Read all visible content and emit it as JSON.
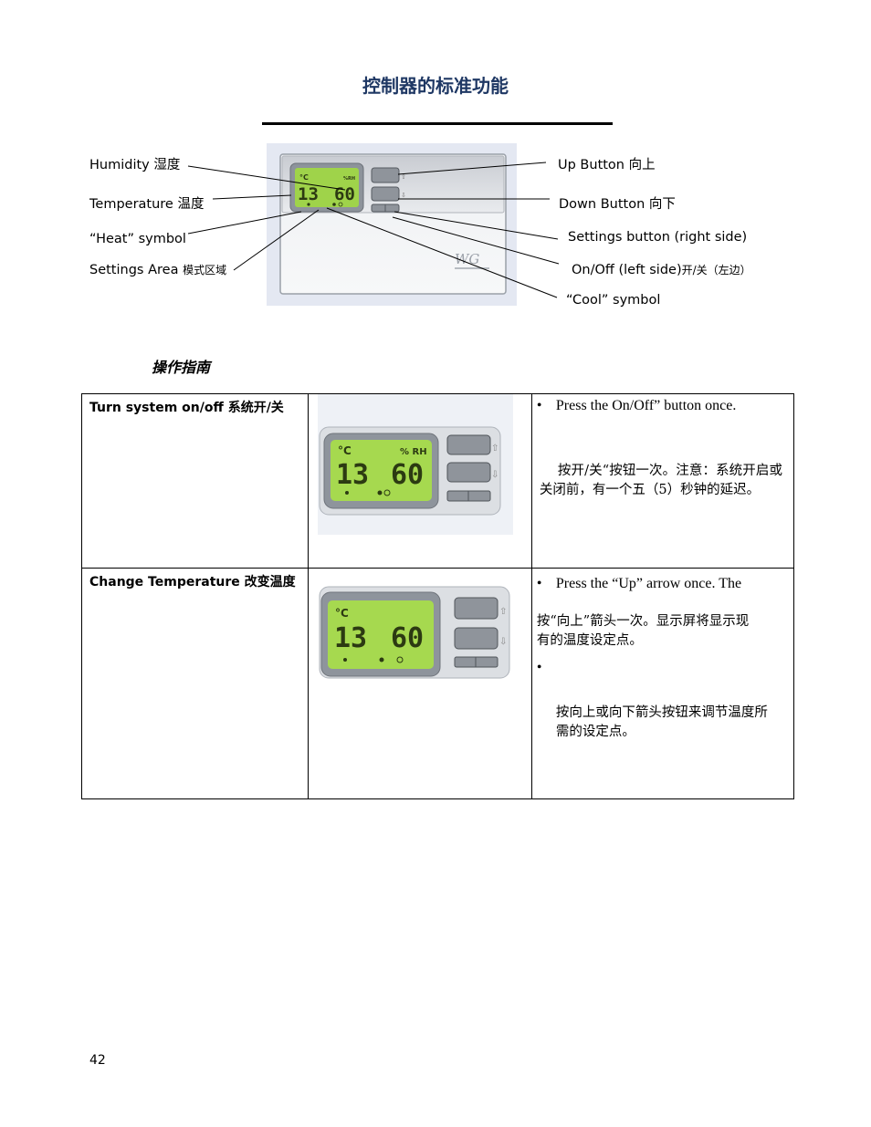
{
  "page": {
    "title": "控制器的标准功能",
    "page_number": "42"
  },
  "diagram": {
    "labels_left": {
      "humidity": "Humidity 湿度",
      "temperature": "Temperature 温度",
      "heat": "“Heat” symbol",
      "settings_area_en": "Settings Area ",
      "settings_area_cn": "模式区域"
    },
    "labels_right": {
      "up": "Up Button 向上",
      "down": "Down Button 向下",
      "settings_button": "Settings button (right side)",
      "onoff_en": "On/Off (left side)",
      "onoff_cn": "开/关（左边）",
      "cool": "“Cool” symbol"
    },
    "lcd": {
      "unit_c": "°C",
      "unit_rh": "%RH",
      "temp": "13",
      "humidity": "60"
    },
    "logo": "WG"
  },
  "guide_heading": "操作指南",
  "table": {
    "row1": {
      "label": "Turn system on/off   系统开/关",
      "lcd_unit_c": "°C",
      "lcd_unit_rh": "% RH",
      "lcd_temp": "13",
      "lcd_humidity": "60",
      "bullet_en": "Press the On/Off” button once.",
      "text_cn": "按开/关“按钮一次。注意：系统开启或关闭前，有一个五（5）秒钟的延迟。"
    },
    "row2": {
      "label": "Change Temperature 改变温度",
      "lcd_unit_c": "°C",
      "lcd_temp": "13",
      "lcd_humidity": "60",
      "bullet_en": "Press the “Up” arrow once. The",
      "text_cn_1": "按“向上”箭头一次。显示屏将显示现有的温度设定点。",
      "text_cn_2": "按向上或向下箭头按钮来调节温度所需的设定点。"
    }
  },
  "colors": {
    "title": "#1f3864",
    "lcd_green": "#9fd34a",
    "lcd_digits": "#2c3a12",
    "panel_silver": "#d8dade"
  }
}
